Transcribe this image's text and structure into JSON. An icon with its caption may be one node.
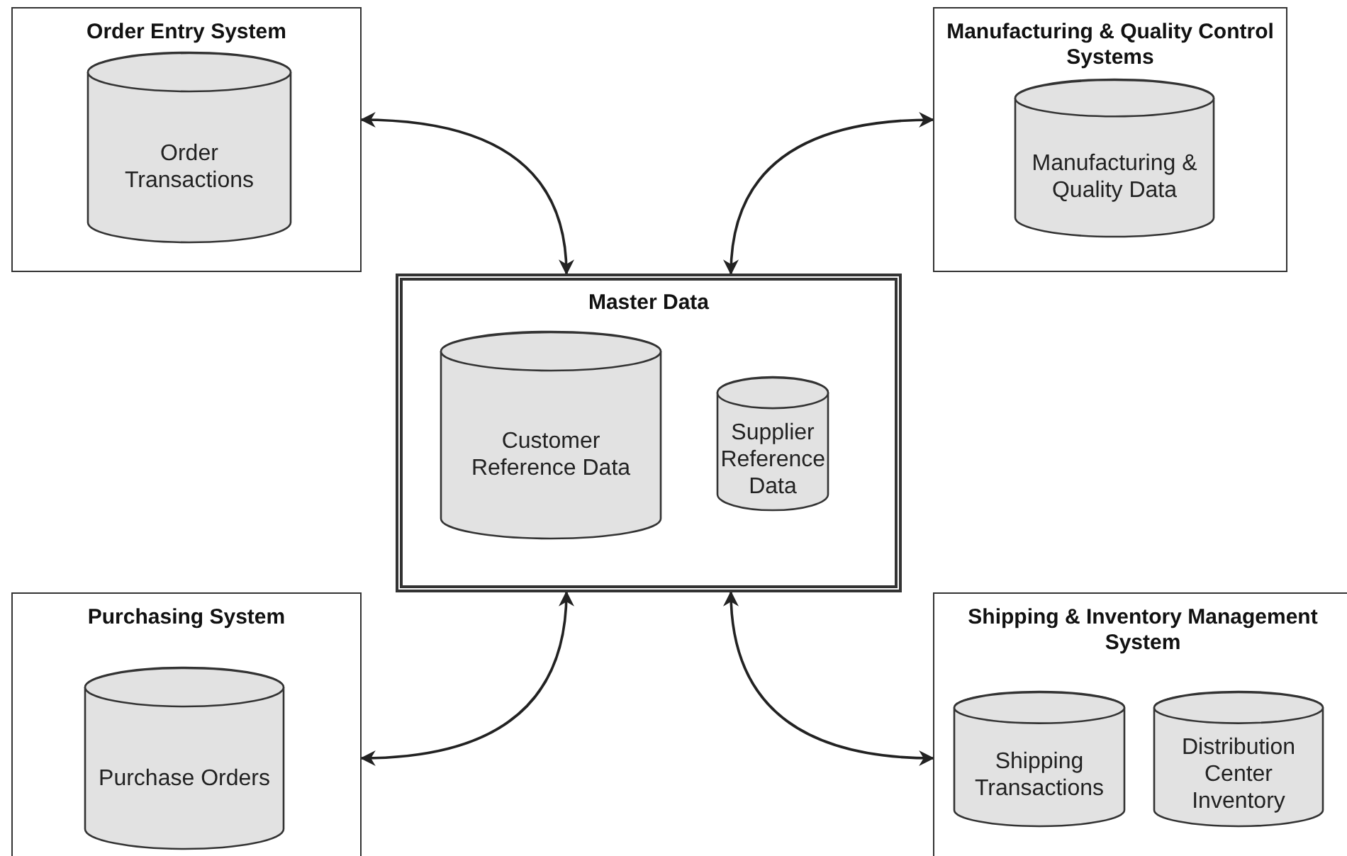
{
  "diagram": {
    "nodes": [
      {
        "text": [
          "Order Entry System"
        ]
      },
      {
        "text": [
          "Order Transactions"
        ],
        "in": 0
      },
      {
        "text": [
          "Manufacturing & Quality Control Systems"
        ]
      },
      {
        "text": [
          "Manufacturing & Quality Data"
        ],
        "in": 2
      },
      {
        "text": [
          "Master Data"
        ]
      },
      {
        "text": [
          "Customer Reference Data"
        ],
        "in": 4
      },
      {
        "text": [
          "Supplier Reference Data"
        ],
        "in": 4
      },
      {
        "text": [
          "Purchasing System"
        ]
      },
      {
        "text": [
          "Purchase Orders"
        ],
        "in": 7
      },
      {
        "text": [
          "Shipping & Inventory Management System"
        ]
      },
      {
        "text": [
          "Shipping Transactions"
        ],
        "in": 9
      },
      {
        "text": [
          "Distribution Center Inventory"
        ],
        "in": 9
      }
    ],
    "edges": [
      {
        "from": 0,
        "to": 4,
        "arrow": "both"
      },
      {
        "from": 2,
        "to": 4,
        "arrow": "both"
      },
      {
        "from": 7,
        "to": 4,
        "arrow": "both"
      },
      {
        "from": 9,
        "to": 4,
        "arrow": "both"
      }
    ]
  }
}
